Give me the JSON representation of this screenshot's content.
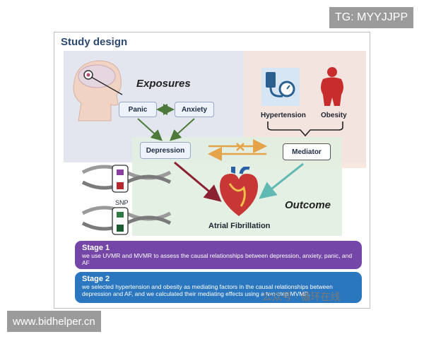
{
  "overlay": {
    "tg_tag": "TG: MYYJJPP",
    "bidhelper_tag": "www.bidhelper.cn",
    "wechat_watermark": "公众号 · 循环在线"
  },
  "figure": {
    "title": "Study design",
    "exposures_title": "Exposures",
    "outcome_title": "Outcome",
    "nodes": {
      "panic": "Panic",
      "anxiety": "Anxiety",
      "depression": "Depression",
      "mediator": "Mediator",
      "hypertension": "Hypertension",
      "obesity": "Obesity",
      "atrial_fibrillation": "Atrial Fibrillation",
      "snp": "SNP"
    },
    "stages": [
      {
        "title": "Stage 1",
        "text": "we use UVMR and MVMR to assess the causal relationships between depression, anxiety, panic, and AF",
        "color": "#7446a7"
      },
      {
        "title": "Stage 2",
        "text": "we selected hypertension and obesity as mediating factors in the causal relationships between depression and AF, and we calculated their mediating effects using a two-step MVMR.",
        "color": "#2a77c0"
      }
    ]
  },
  "colors": {
    "title_blue": "#2d4a6e",
    "exposure_arrow": "#4d7a3a",
    "depression_arrow": "#8b2232",
    "mediator_arrow": "#61b9b4",
    "crossed_arrow": "#e6a44a"
  }
}
